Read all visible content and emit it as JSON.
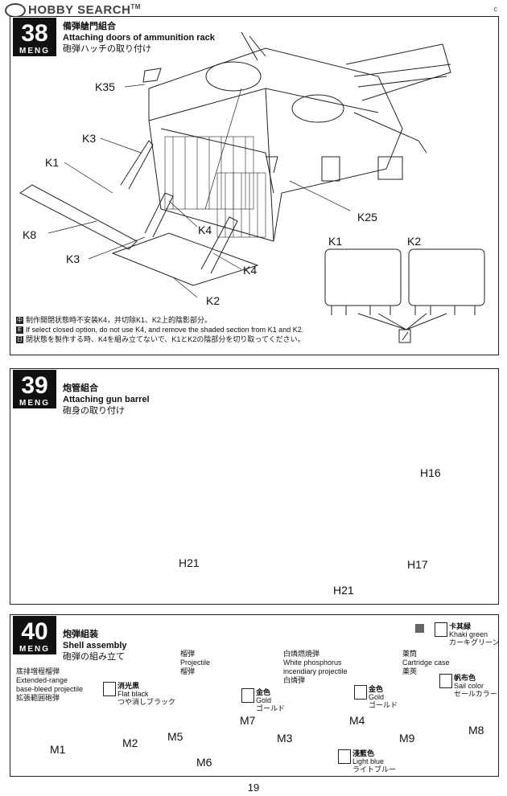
{
  "watermark": {
    "text": "HOBBY SEARCH",
    "tm": "TM"
  },
  "copyright": "c",
  "steps": [
    {
      "number": "38",
      "brand": "MENG",
      "title_zh": "備弾艙門組合",
      "title_en": "Attaching doors of ammunition rack",
      "title_ja": "砲弾ハッチの取り付け",
      "parts": [
        "K35",
        "K3",
        "K1",
        "K8",
        "K3",
        "K4",
        "K4",
        "K2",
        "K25",
        "K1",
        "K2"
      ],
      "notes": [
        "制作開閉状態時不安装K4，并切除K1、K2上的陰影部分。",
        "If select closed option, do not use K4, and remove the shaded section from K1 and K2.",
        "閉状態を製作する時、K4を組み立てないで、K1とK2の陰部分を切り取ってください。"
      ]
    },
    {
      "number": "39",
      "brand": "MENG",
      "title_zh": "炮管組合",
      "title_en": "Attaching gun barrel",
      "title_ja": "砲身の取り付け",
      "parts": [
        "H16",
        "H17",
        "H21",
        "H21"
      ]
    },
    {
      "number": "40",
      "brand": "MENG",
      "title_zh": "炮弾組装",
      "title_en": "Shell assembly",
      "title_ja": "砲弾の組み立て",
      "groups": [
        {
          "zh": "底排増程榴弾",
          "en1": "Extended-range",
          "en2": "base-bleed projectile",
          "ja": "拡張範囲砲弾"
        },
        {
          "zh": "榴弾",
          "en1": "Projectile",
          "en2": "",
          "ja": "榴弾"
        },
        {
          "zh": "白燐燃焼弾",
          "en1": "White phosphorus",
          "en2": "incendiary projectile",
          "ja": "白燐弾"
        },
        {
          "zh": "薬筒",
          "en1": "Cartridge case",
          "en2": "",
          "ja": "薬莢"
        }
      ],
      "paints": [
        {
          "zh": "卡其緑",
          "en": "Khaki green",
          "ja": "カーキグリーン",
          "color": "#666666"
        },
        {
          "zh": "消光黒",
          "en": "Flat black",
          "ja": "つや消しブラック"
        },
        {
          "zh": "金色",
          "en": "Gold",
          "ja": "ゴールド"
        },
        {
          "zh": "金色",
          "en": "Gold",
          "ja": "ゴールド"
        },
        {
          "zh": "淺藍色",
          "en": "Light blue",
          "ja": "ライトブルー"
        },
        {
          "zh": "帆布色",
          "en": "Sail color",
          "ja": "セールカラー"
        }
      ],
      "parts": [
        "M1",
        "M2",
        "M5",
        "M7",
        "M6",
        "M3",
        "M4",
        "M9",
        "M8"
      ]
    }
  ],
  "page_number": "19"
}
